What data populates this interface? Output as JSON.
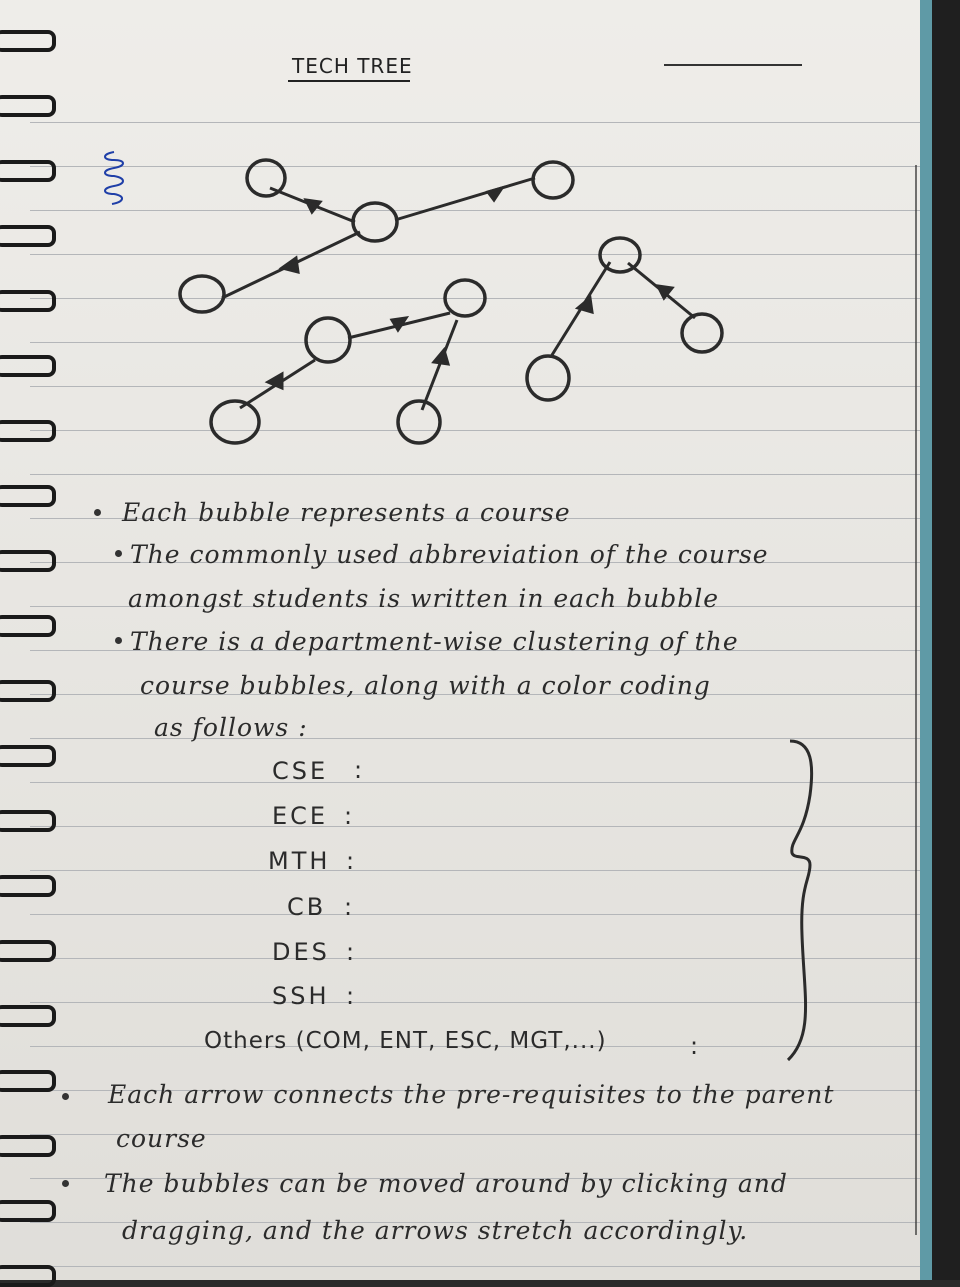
{
  "title": "TECH TREE",
  "bullets": [
    "Each bubble represents a course",
    "The commonly used abbreviation of the course",
    "amongst students is written in each bubble",
    "There is a department-wise clustering of the",
    "course bubbles, along with a color coding",
    "as follows :"
  ],
  "departments": [
    {
      "code": "CSE",
      "sep": ":"
    },
    {
      "code": "ECE",
      "sep": ":"
    },
    {
      "code": "MTH",
      "sep": ":"
    },
    {
      "code": "CB",
      "sep": ":"
    },
    {
      "code": "DES",
      "sep": ":"
    },
    {
      "code": "SSH",
      "sep": ":"
    },
    {
      "code": "Others (COM, ENT, ESC, MGT,...)",
      "sep": ":"
    }
  ],
  "arrows_note": [
    "Each arrow connects the pre-requisites to the parent",
    "course"
  ],
  "drag_note": [
    "The bubbles can be moved around by clicking and",
    "dragging, and the arrows stretch accordingly."
  ],
  "colors": {
    "paper": "#e9e7e2",
    "ink": "#2b2b2b",
    "rule": "#b4b6b9",
    "edge": "#5f9aa6",
    "doodle": "#1f3fa8"
  }
}
